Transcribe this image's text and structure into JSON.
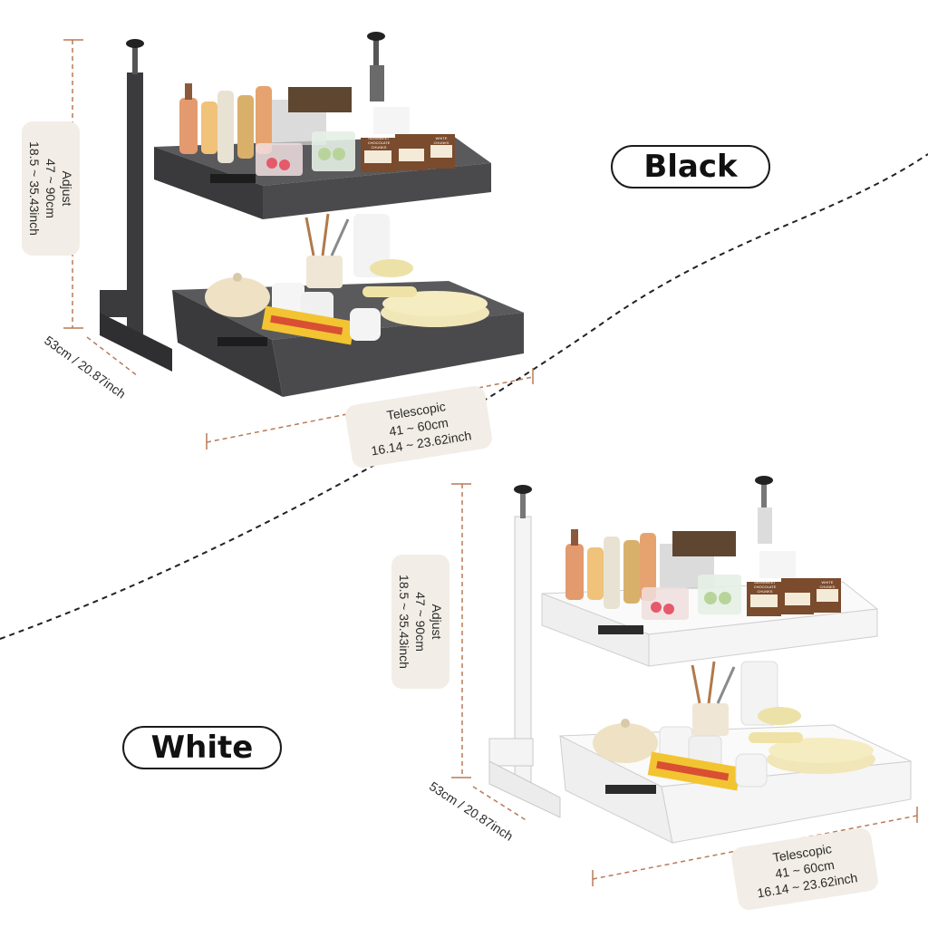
{
  "variants": {
    "black": {
      "label": "Black",
      "adjust": {
        "title": "Adjust",
        "metric": "47 ~ 90cm",
        "imperial": "18.5 ~ 35.43inch"
      },
      "depth": "53cm / 20.87inch",
      "telescopic": {
        "title": "Telescopic",
        "metric": "41 ~ 60cm",
        "imperial": "16.14 ~ 23.62inch"
      }
    },
    "white": {
      "label": "White",
      "adjust": {
        "title": "Adjust",
        "metric": "47 ~ 90cm",
        "imperial": "18.5 ~ 35.43inch"
      },
      "depth": "53cm / 20.87inch",
      "telescopic": {
        "title": "Telescopic",
        "metric": "41 ~ 60cm",
        "imperial": "16.14 ~ 23.62inch"
      }
    }
  },
  "product_labels": [
    "SEMISWEET CHOCOLATE CHUNKS",
    "WHITE CHUNKS"
  ],
  "colors": {
    "dimension_line": "#b97a57",
    "tag_bg": "#f2ede6",
    "black_frame": "#3b3b3d",
    "white_frame": "#f4f4f4"
  }
}
